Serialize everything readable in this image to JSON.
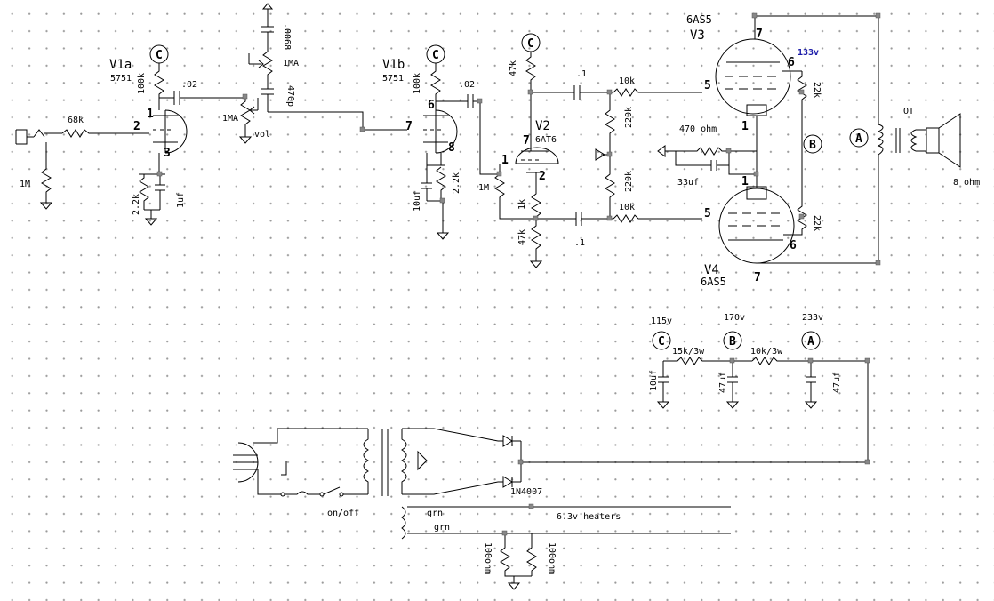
{
  "tubes": {
    "v1a": {
      "name": "V1a",
      "type": "5751"
    },
    "v1b": {
      "name": "V1b",
      "type": "5751"
    },
    "v2": {
      "name": "V2",
      "type": "6AT6"
    },
    "v3": {
      "name": "V3",
      "type": "6AS5"
    },
    "v4": {
      "name": "V4",
      "type": "6AS5"
    }
  },
  "components": {
    "r_68k": "68k",
    "r_1m_in": "1M",
    "r_100k_a": "100k",
    "c_02_a": ".02",
    "r_2k2_a": "2.2k",
    "c_1uf": "1uf",
    "c_0068": ".0068",
    "pot_1ma_tone": "1MA",
    "c_470p": "470p",
    "pot_1ma_vol": "1MA",
    "vol_label": "vol",
    "r_100k_b": "100k",
    "c_02_b": ".02",
    "r_2k2_b": "2.2k",
    "c_10uf_b": "10uf",
    "r_47k_c": "47k",
    "r_1m_v2": "1M",
    "r_1k": "1k",
    "r_47k_low": "47k",
    "c_1_top": ".1",
    "c_1_bot": ".1",
    "r_10k_top": "10k",
    "r_10k_bot": "10k",
    "r_220k_top": "220k",
    "r_220k_bot": "220k",
    "r_470_ohm": "470 ohm",
    "c_33uf": "33uf",
    "r_22k_top": "22k",
    "r_22k_bot": "22k",
    "ot": "OT",
    "speaker": "8 ohm",
    "r_15k": "15k/3w",
    "r_10k_3w": "10k/3w",
    "c_10uf_ps": "10uf",
    "c_47uf_b": "47uf",
    "c_47uf_a": "47uf",
    "diode": "1N4007",
    "switch": "on/off",
    "heaters": "6.3v heaters",
    "grn1": "grn",
    "grn2": "grn",
    "r_100ohm_1": "100ohm",
    "r_100ohm_2": "100ohm"
  },
  "voltages": {
    "c": "115v",
    "b": "170v",
    "a": "233v",
    "v3_pin6": "133v"
  },
  "nodes": {
    "a": "A",
    "b": "B",
    "c": "C"
  },
  "pins": {
    "v1a_p1": "1",
    "v1a_p2": "2",
    "v1a_p3": "3",
    "v1b_p6": "6",
    "v1b_p7": "7",
    "v1b_p8": "8",
    "v2_p7": "7",
    "v2_p1": "1",
    "v2_p2": "2",
    "v3_p7": "7",
    "v3_p6": "6",
    "v3_p5": "5",
    "v3_p1": "1",
    "v4_p1": "1",
    "v4_p5": "5",
    "v4_p6": "6",
    "v4_p7": "7"
  }
}
